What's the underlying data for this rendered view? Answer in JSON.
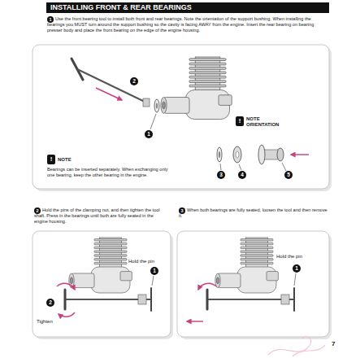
{
  "diagram": {
    "title": "INSTALLING FRONT & REAR BEARINGS",
    "labels": [
      "1",
      "Use the front bearing tool to install both front and rear bearings. Note the orientation of the support bushing. When installing the bearings you MUST turn around the support bushing so the cavity is facing AWAY from the engine. Insert the rear bearing on bearing presser body and place the front bearing on the edge of the engine housing.",
      "2",
      "1",
      "!",
      "NOTE ORIENTATION",
      "3",
      "4",
      "5",
      "!",
      "NOTE",
      "Bearings can be inserted separately. When exchanging only one bearing, keep the other bearing in the engine.",
      "2",
      "Hold the pins of the clamping nut, and then tighten the tool shaft. Press in the bearings until both are fully seated in the engine housing.",
      "3",
      "When both bearings are fully seated, loosen the tool and then remove it.",
      "Hold the pin",
      "1",
      "2",
      "Tighten",
      "Hold the pin",
      "1",
      "7"
    ]
  }
}
